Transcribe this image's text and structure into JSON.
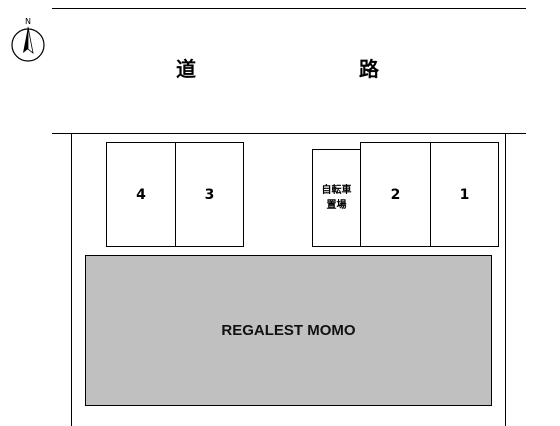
{
  "compass": {
    "north_label": "N"
  },
  "road": {
    "label_char_1": "道",
    "label_char_2": "路"
  },
  "parking": {
    "spaces": [
      {
        "label": "4"
      },
      {
        "label": "3"
      },
      {
        "label": "2"
      },
      {
        "label": "1"
      }
    ],
    "bicycle": {
      "line_1": "自転車",
      "line_2": "置場"
    }
  },
  "building": {
    "name": "REGALEST MOMO",
    "fill_color": "#c0c0c0"
  }
}
